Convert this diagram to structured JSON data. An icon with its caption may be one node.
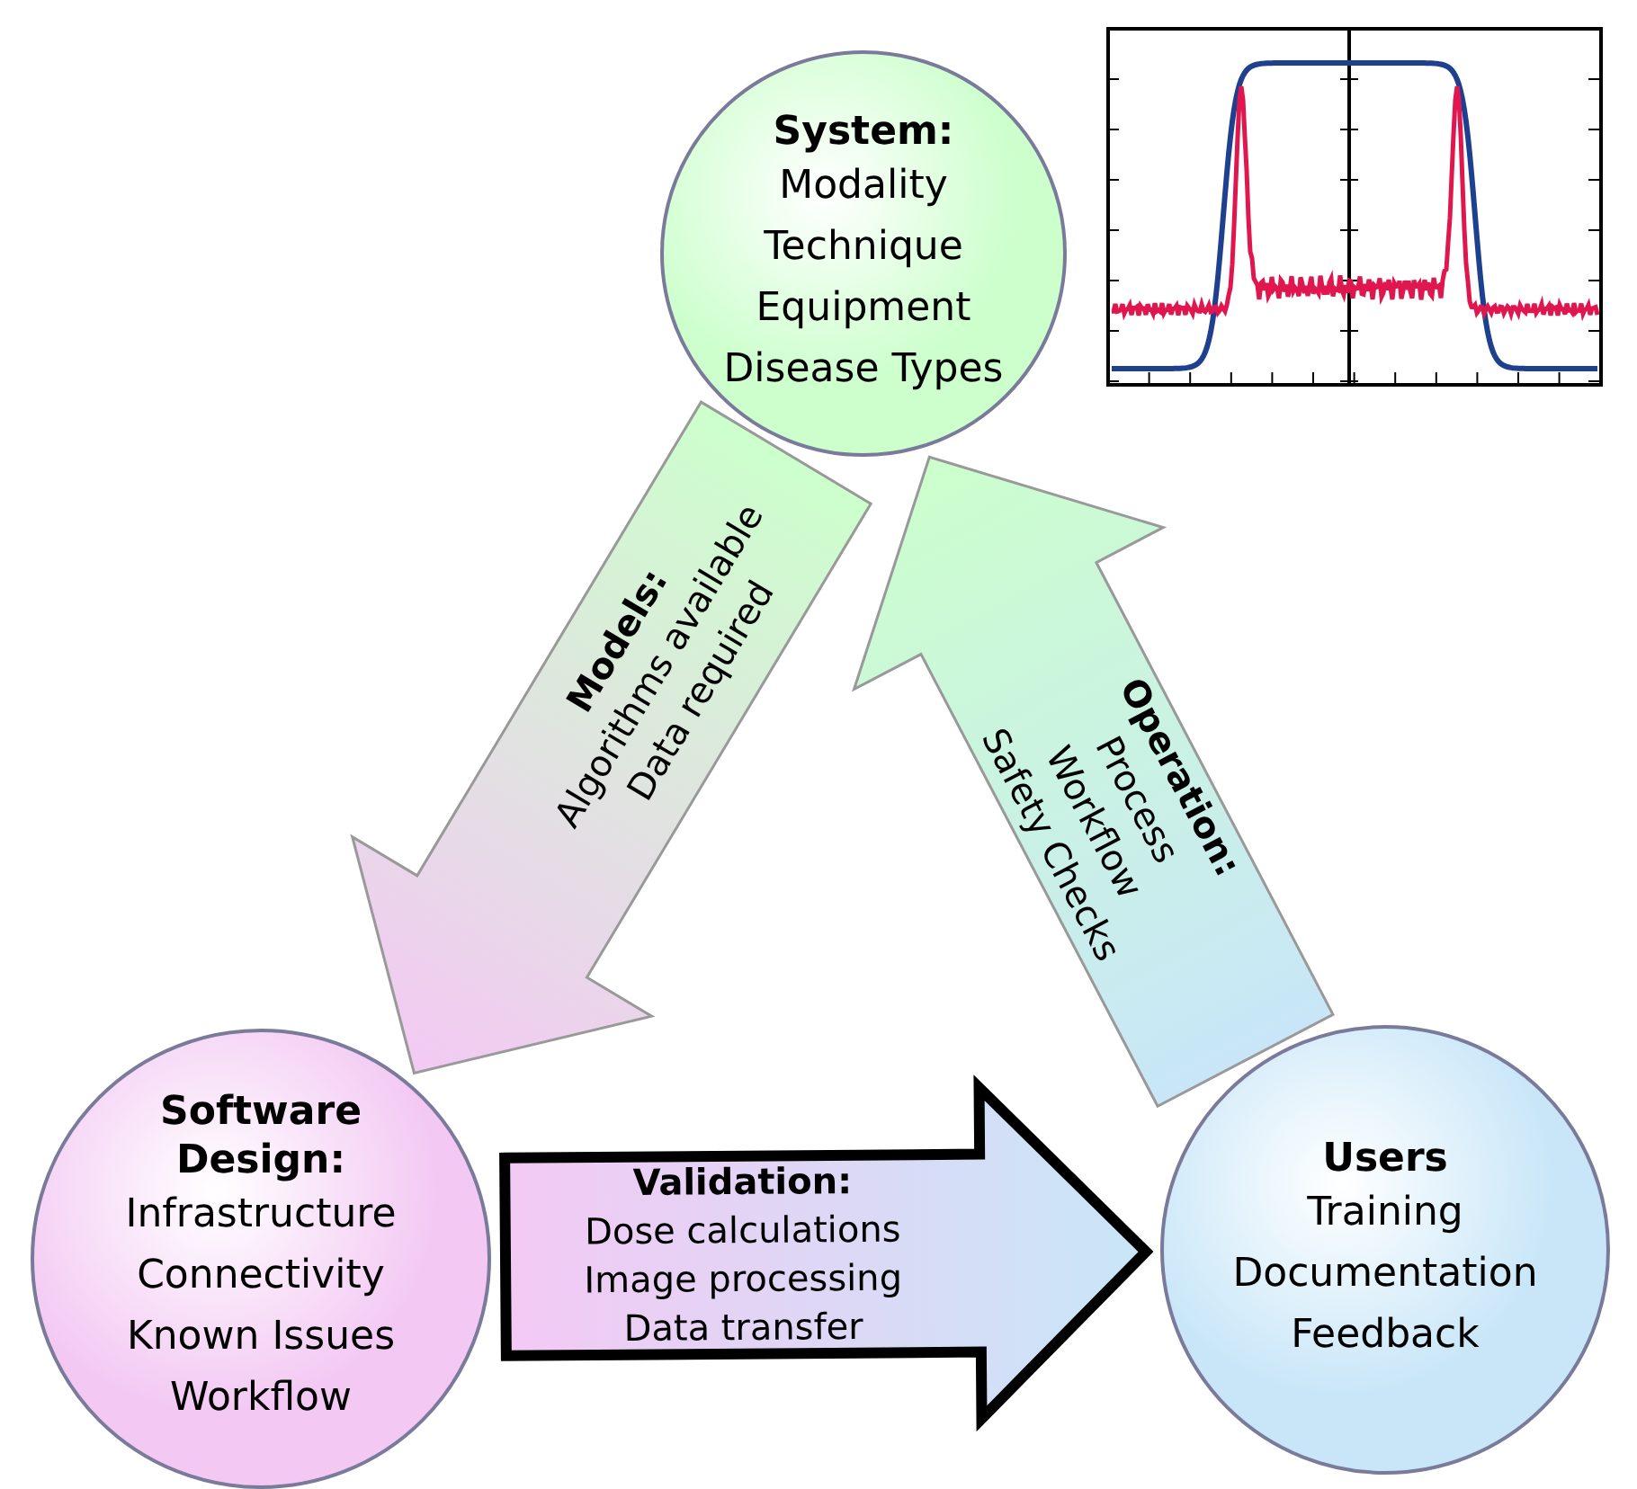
{
  "diagram": {
    "nodes": [
      {
        "text": [
          "System:",
          "Modality",
          "Technique",
          "Equipment",
          "Disease Types"
        ]
      },
      {
        "text": [
          "Software Design:",
          "Infrastructure",
          "Connectivity",
          "Known Issues",
          "Workflow"
        ]
      },
      {
        "text": [
          "Users",
          "Training",
          "Documentation",
          "Feedback"
        ]
      }
    ],
    "edges": [
      {
        "from": 0,
        "to": 1,
        "arrow": "to",
        "label": "**Models:** Algorithms available Data required"
      },
      {
        "from": 1,
        "to": 2,
        "arrow": "to",
        "style": "thick",
        "label": "**Validation:** Dose calculations Image processing Data transfer"
      },
      {
        "from": 2,
        "to": 0,
        "arrow": "to",
        "label": "**Operation:** Process Workflow Safety Checks"
      }
    ]
  }
}
